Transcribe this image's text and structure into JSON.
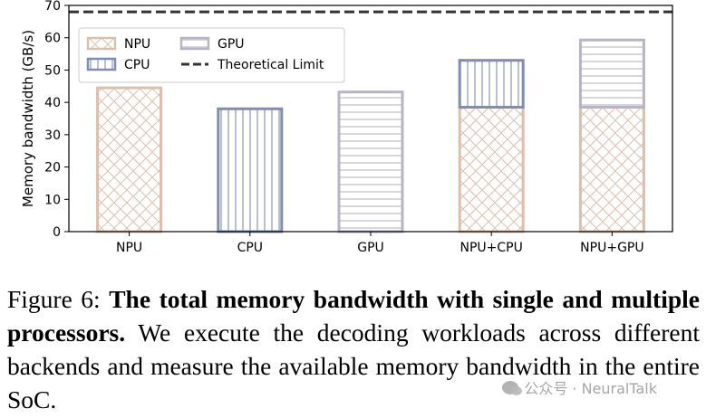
{
  "chart_data": {
    "type": "bar",
    "stacked": true,
    "categories": [
      "NPU",
      "CPU",
      "GPU",
      "NPU+CPU",
      "NPU+GPU"
    ],
    "series": [
      {
        "name": "NPU",
        "values": [
          44.5,
          0,
          0,
          38.5,
          38.5
        ],
        "color": "#dbbfad",
        "hatch": "cross"
      },
      {
        "name": "CPU",
        "values": [
          0,
          38,
          0,
          14.5,
          0
        ],
        "color": "#7f8db0",
        "hatch": "vertical"
      },
      {
        "name": "GPU",
        "values": [
          0,
          0,
          43.2,
          0,
          20.8
        ],
        "color": "#b7b3c8",
        "hatch": "horizontal"
      }
    ],
    "reference_line": {
      "name": "Theoretical Limit",
      "value": 68,
      "style": "dashed",
      "color": "#333333"
    },
    "ylabel": "Memory bandwidth (GB/s)",
    "xlabel": "",
    "ylim": [
      0,
      70
    ],
    "yticks": [
      0,
      10,
      20,
      30,
      40,
      50,
      60,
      70
    ],
    "grid": false,
    "legend": {
      "placement": "top-left",
      "entries": [
        "NPU",
        "GPU",
        "CPU",
        "Theoretical Limit"
      ]
    }
  },
  "caption": {
    "label": "Figure 6:",
    "bold": "The total memory bandwidth with single and multiple processors.",
    "text": "We execute the decoding workloads across different backends and measure the available memory bandwidth in the entire SoC."
  },
  "watermark": {
    "text": "公众号 · NeuralTalk",
    "icon": "wechat-icon"
  }
}
